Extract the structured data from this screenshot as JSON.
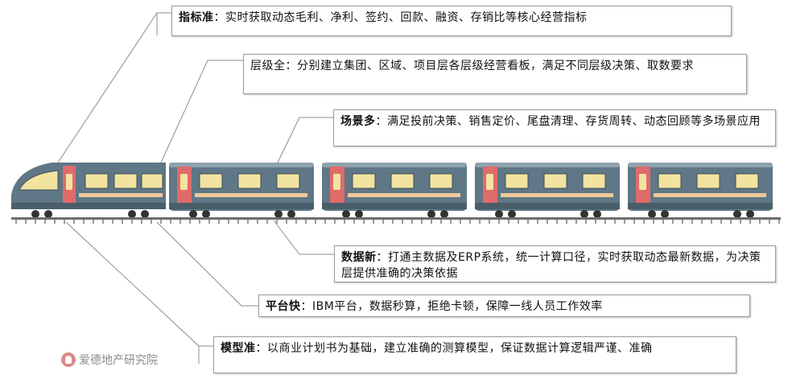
{
  "callouts": [
    {
      "title": "指标准",
      "text": "：实时获取动态毛利、净利、签约、回款、融资、存销比等核心经营指标"
    },
    {
      "title": "层级全",
      "text": "：分别建立集团、区域、项目层各层级经营看板，满足不同层级决策、取数要求"
    },
    {
      "title": "场景多",
      "text": "：满足投前决策、销售定价、尾盘清理、存货周转、动态回顾等多场景应用"
    },
    {
      "title": "数据新",
      "text": "：打通主数据及ERP系统，统一计算口径，实时获取动态最新数据，为决策层提供准确的决策依据"
    },
    {
      "title": "平台快",
      "text": "：IBM平台，数据秒算，拒绝卡顿，保障一线人员工作效率"
    },
    {
      "title": "模型准",
      "text": "：以商业计划书为基础，建立准确的测算模型，保证数据计算逻辑严谨、准确"
    }
  ],
  "watermark": {
    "text": "爱德地产研究院"
  },
  "colors": {
    "car_body": "#5f7786",
    "car_roof": "#8ea3ae",
    "door": "#e06b6b",
    "window": "#f3e3a0",
    "stripe": "#f0c89a",
    "wheel": "#333333",
    "rail": "#6e6e6e"
  }
}
